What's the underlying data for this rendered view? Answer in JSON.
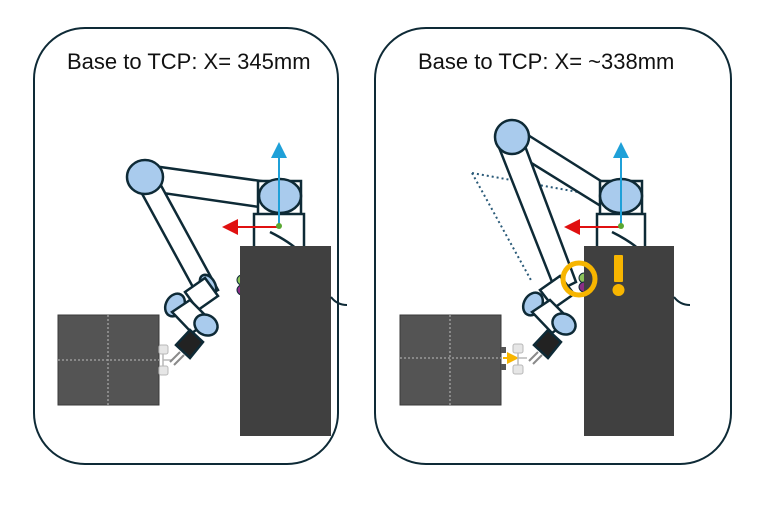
{
  "panels": [
    {
      "id": "left",
      "title": "Base to TCP: X= 345mm",
      "state": "nominal"
    },
    {
      "id": "right",
      "title": "Base to TCP: X= ~338mm",
      "state": "warning",
      "warning_symbol": "!"
    }
  ],
  "colors": {
    "outline": "#0e2a36",
    "joint_fill": "#a9cbed",
    "block_dark": "#404040",
    "fixture_gray": "#545454",
    "axis_z": "#1fa0d8",
    "axis_x": "#e01010",
    "origin": "#5aa832",
    "warning": "#f7b500",
    "marker_green": "#8cc35a",
    "marker_purple": "#8b2d85"
  },
  "icons": {
    "warning": "exclamation-icon",
    "highlight": "ring-highlight-icon"
  }
}
